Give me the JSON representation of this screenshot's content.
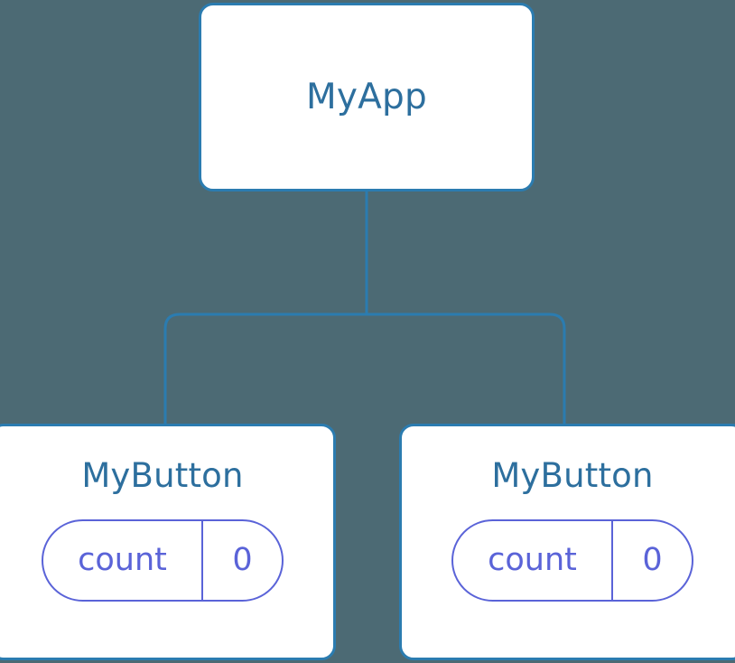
{
  "diagram": {
    "type": "component-tree",
    "background_color": "#4c6a74",
    "node_fill": "#ffffff",
    "node_border_color": "#2b7cb0",
    "title_color": "#2d6f9e",
    "state_color": "#5a63d8",
    "connector_color": "#2b7cb0",
    "root": {
      "title": "MyApp"
    },
    "children": [
      {
        "title": "MyButton",
        "state": {
          "key": "count",
          "value": "0"
        }
      },
      {
        "title": "MyButton",
        "state": {
          "key": "count",
          "value": "0"
        }
      }
    ]
  }
}
